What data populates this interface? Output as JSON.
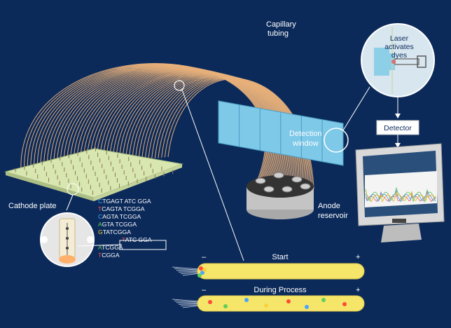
{
  "labels": {
    "capillary": [
      "Capillary",
      "tubing"
    ],
    "laser": [
      "Laser",
      "activates",
      "dyes"
    ],
    "detector": "Detector",
    "detection_window": [
      "Detection",
      "window"
    ],
    "anode": [
      "Anode",
      "reservoir"
    ],
    "cathode": "Cathode plate"
  },
  "sequences": [
    {
      "first": "C",
      "rest": "TGAGT ATC GGA"
    },
    {
      "first": "T",
      "rest": "CAGTA TCGGA"
    },
    {
      "first": "C",
      "rest": "AGTA TCGGA"
    },
    {
      "first": "A",
      "rest": "GTA TCGGA"
    },
    {
      "first": "G",
      "rest": "TATCGGA"
    },
    {
      "first": "T",
      "rest": "ATC GGA"
    },
    {
      "first": "A",
      "rest": "TCGGA"
    },
    {
      "first": "T",
      "rest": "CGGA"
    }
  ],
  "lanes": [
    {
      "title": "Start",
      "minus": "–",
      "plus": "+"
    },
    {
      "title": "During Process",
      "minus": "–",
      "plus": "+"
    }
  ],
  "colors": {
    "background": "#0b2a5a",
    "tubing": "#e8b07a",
    "plate": "#d8e6b0",
    "window": "#7ec8e8",
    "lane": "#f5e66a",
    "base_c": "#4aa3ff",
    "base_t": "#ff4a3a",
    "base_a": "#5fcf5a",
    "base_g": "#f7d23a"
  }
}
